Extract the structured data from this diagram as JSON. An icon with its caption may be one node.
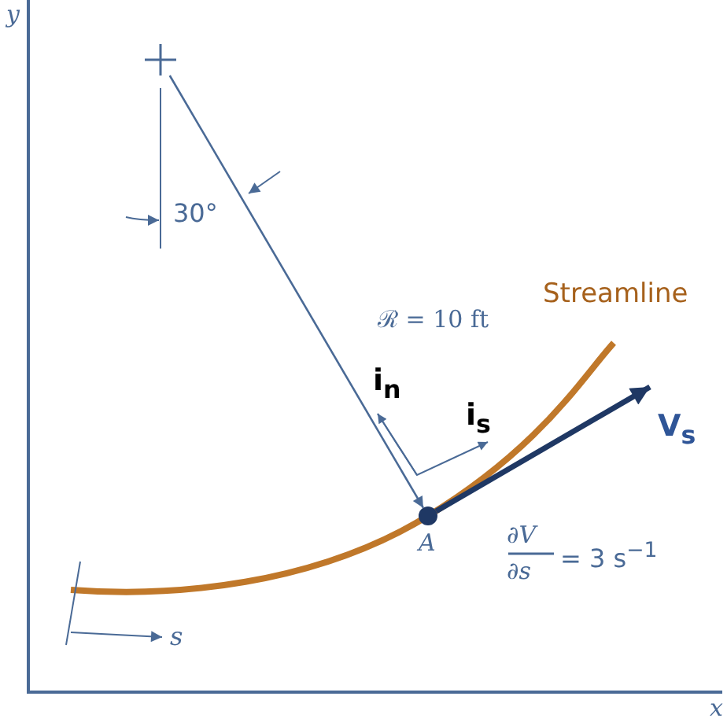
{
  "diagram": {
    "nodes": [
      {
        "text": [],
        "shape": "cross"
      },
      {
        "text": [],
        "shape": "circle",
        "beside": [
          "A"
        ]
      }
    ],
    "edges": [
      {
        "from": 0,
        "to": 1,
        "arrow": "to",
        "label": "ℛ = 10 ft"
      },
      {
        "from": 1,
        "to": null,
        "arrow": "to",
        "label": "V$_{s}$",
        "style": "thick",
        "color": "#1f3864"
      }
    ],
    "labels": [
      "y",
      "30°",
      "Streamline",
      "i$_{n}$",
      "i$_{s}$",
      "∂V",
      "∂s",
      "= 3 s$^{−1}$",
      "s",
      "x"
    ]
  }
}
